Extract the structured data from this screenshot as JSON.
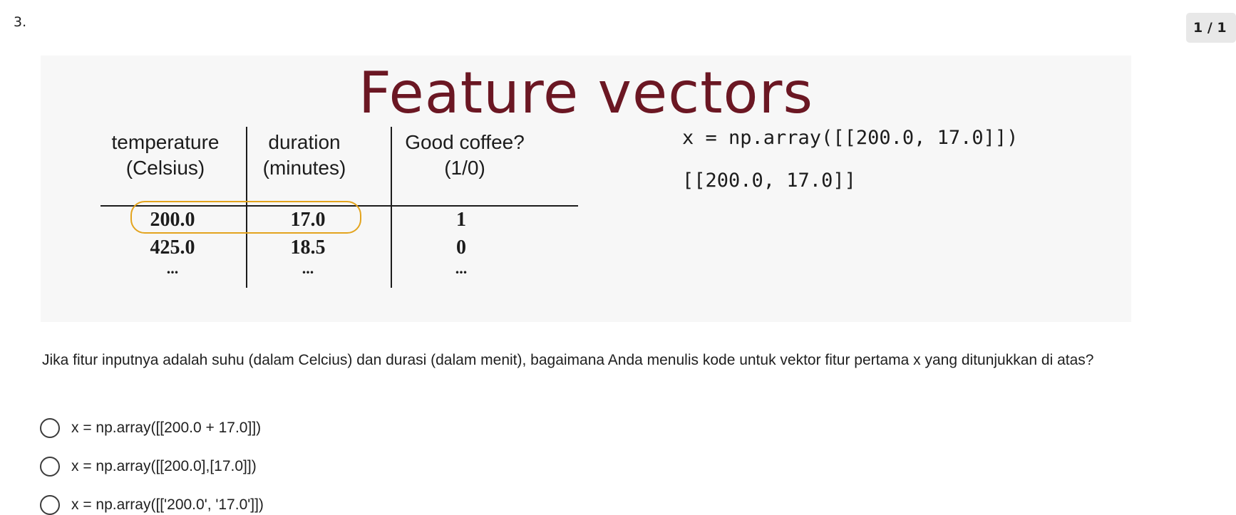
{
  "question_number": "3.",
  "pager": {
    "label": "1 / 1"
  },
  "slide": {
    "title": "Feature vectors",
    "table": {
      "headers": [
        {
          "line1": "temperature",
          "line2": "(Celsius)"
        },
        {
          "line1": "duration",
          "line2": "(minutes)"
        },
        {
          "line1": "Good coffee?",
          "line2": "(1/0)"
        }
      ],
      "rows": [
        [
          "200.0",
          "17.0",
          "1"
        ],
        [
          "425.0",
          "18.5",
          "0"
        ],
        [
          "...",
          "...",
          "..."
        ]
      ]
    },
    "code_line1": "x = np.array([[200.0, 17.0]])",
    "code_line2": "[[200.0, 17.0]]"
  },
  "question_text": "Jika fitur inputnya adalah suhu (dalam Celcius) dan durasi (dalam menit), bagaimana Anda menulis kode untuk vektor fitur pertama x yang ditunjukkan di atas?",
  "options": [
    {
      "label": "x = np.array([[200.0 + 17.0]])"
    },
    {
      "label": "x = np.array([[200.0],[17.0]])"
    },
    {
      "label": "x = np.array([['200.0', '17.0']])"
    }
  ],
  "colors": {
    "title_color": "#6b1723",
    "highlight_color": "#e3a41e",
    "slide_bg": "#f7f7f7"
  }
}
